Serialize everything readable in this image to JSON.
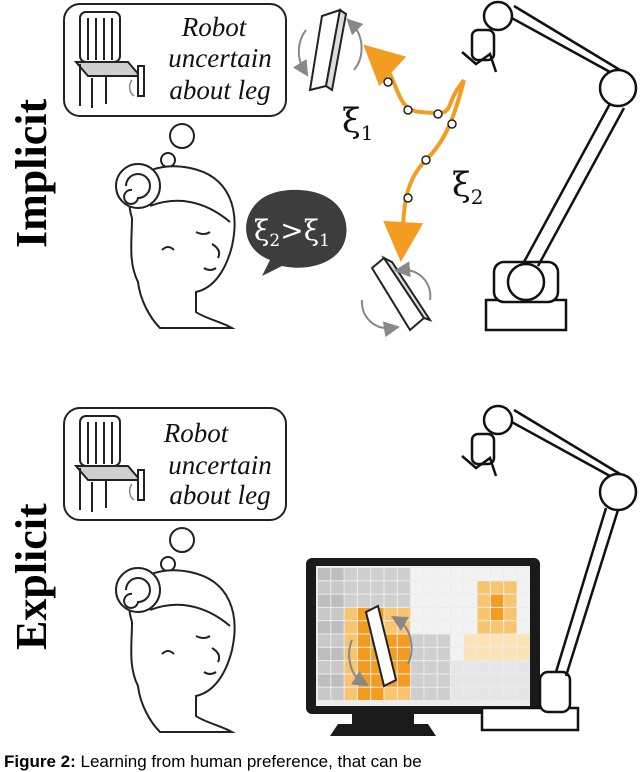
{
  "implicit": {
    "side_label": "Implicit",
    "thought_lines": [
      "Robot",
      "uncertain",
      "about leg"
    ],
    "traj1": {
      "symbol": "ξ",
      "sub": "1"
    },
    "traj2": {
      "symbol": "ξ",
      "sub": "2"
    },
    "speech": {
      "a": "ξ",
      "a_sub": "2",
      "op": ">",
      "b": "ξ",
      "b_sub": "1"
    }
  },
  "explicit": {
    "side_label": "Explicit",
    "thought_lines": [
      "Robot",
      "uncertain",
      "about leg"
    ]
  },
  "caption": {
    "figure_label": "Figure 2:",
    "text": " Learning from human preference, that can be"
  },
  "colors": {
    "accent_orange": "#f39c1f",
    "speech_bubble": "#3d3d3d",
    "heatmap_high": "#f39c1f",
    "heatmap_mid": "#f8c56e",
    "heatmap_low": "#fbe3b5"
  }
}
